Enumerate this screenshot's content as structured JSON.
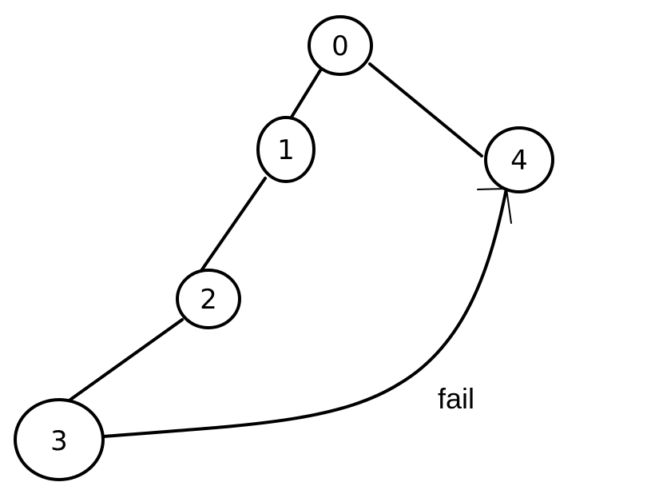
{
  "diagram": {
    "nodes": [
      {
        "id": "0",
        "label": "0"
      },
      {
        "id": "1",
        "label": "1"
      },
      {
        "id": "2",
        "label": "2"
      },
      {
        "id": "3",
        "label": "3"
      },
      {
        "id": "4",
        "label": "4"
      }
    ],
    "edges": [
      {
        "from": "0",
        "to": "1"
      },
      {
        "from": "1",
        "to": "2"
      },
      {
        "from": "2",
        "to": "3"
      },
      {
        "from": "0",
        "to": "4"
      },
      {
        "from": "3",
        "to": "4",
        "label": "fail"
      }
    ],
    "colors": {
      "stroke": "#000000",
      "background": "#ffffff"
    }
  }
}
